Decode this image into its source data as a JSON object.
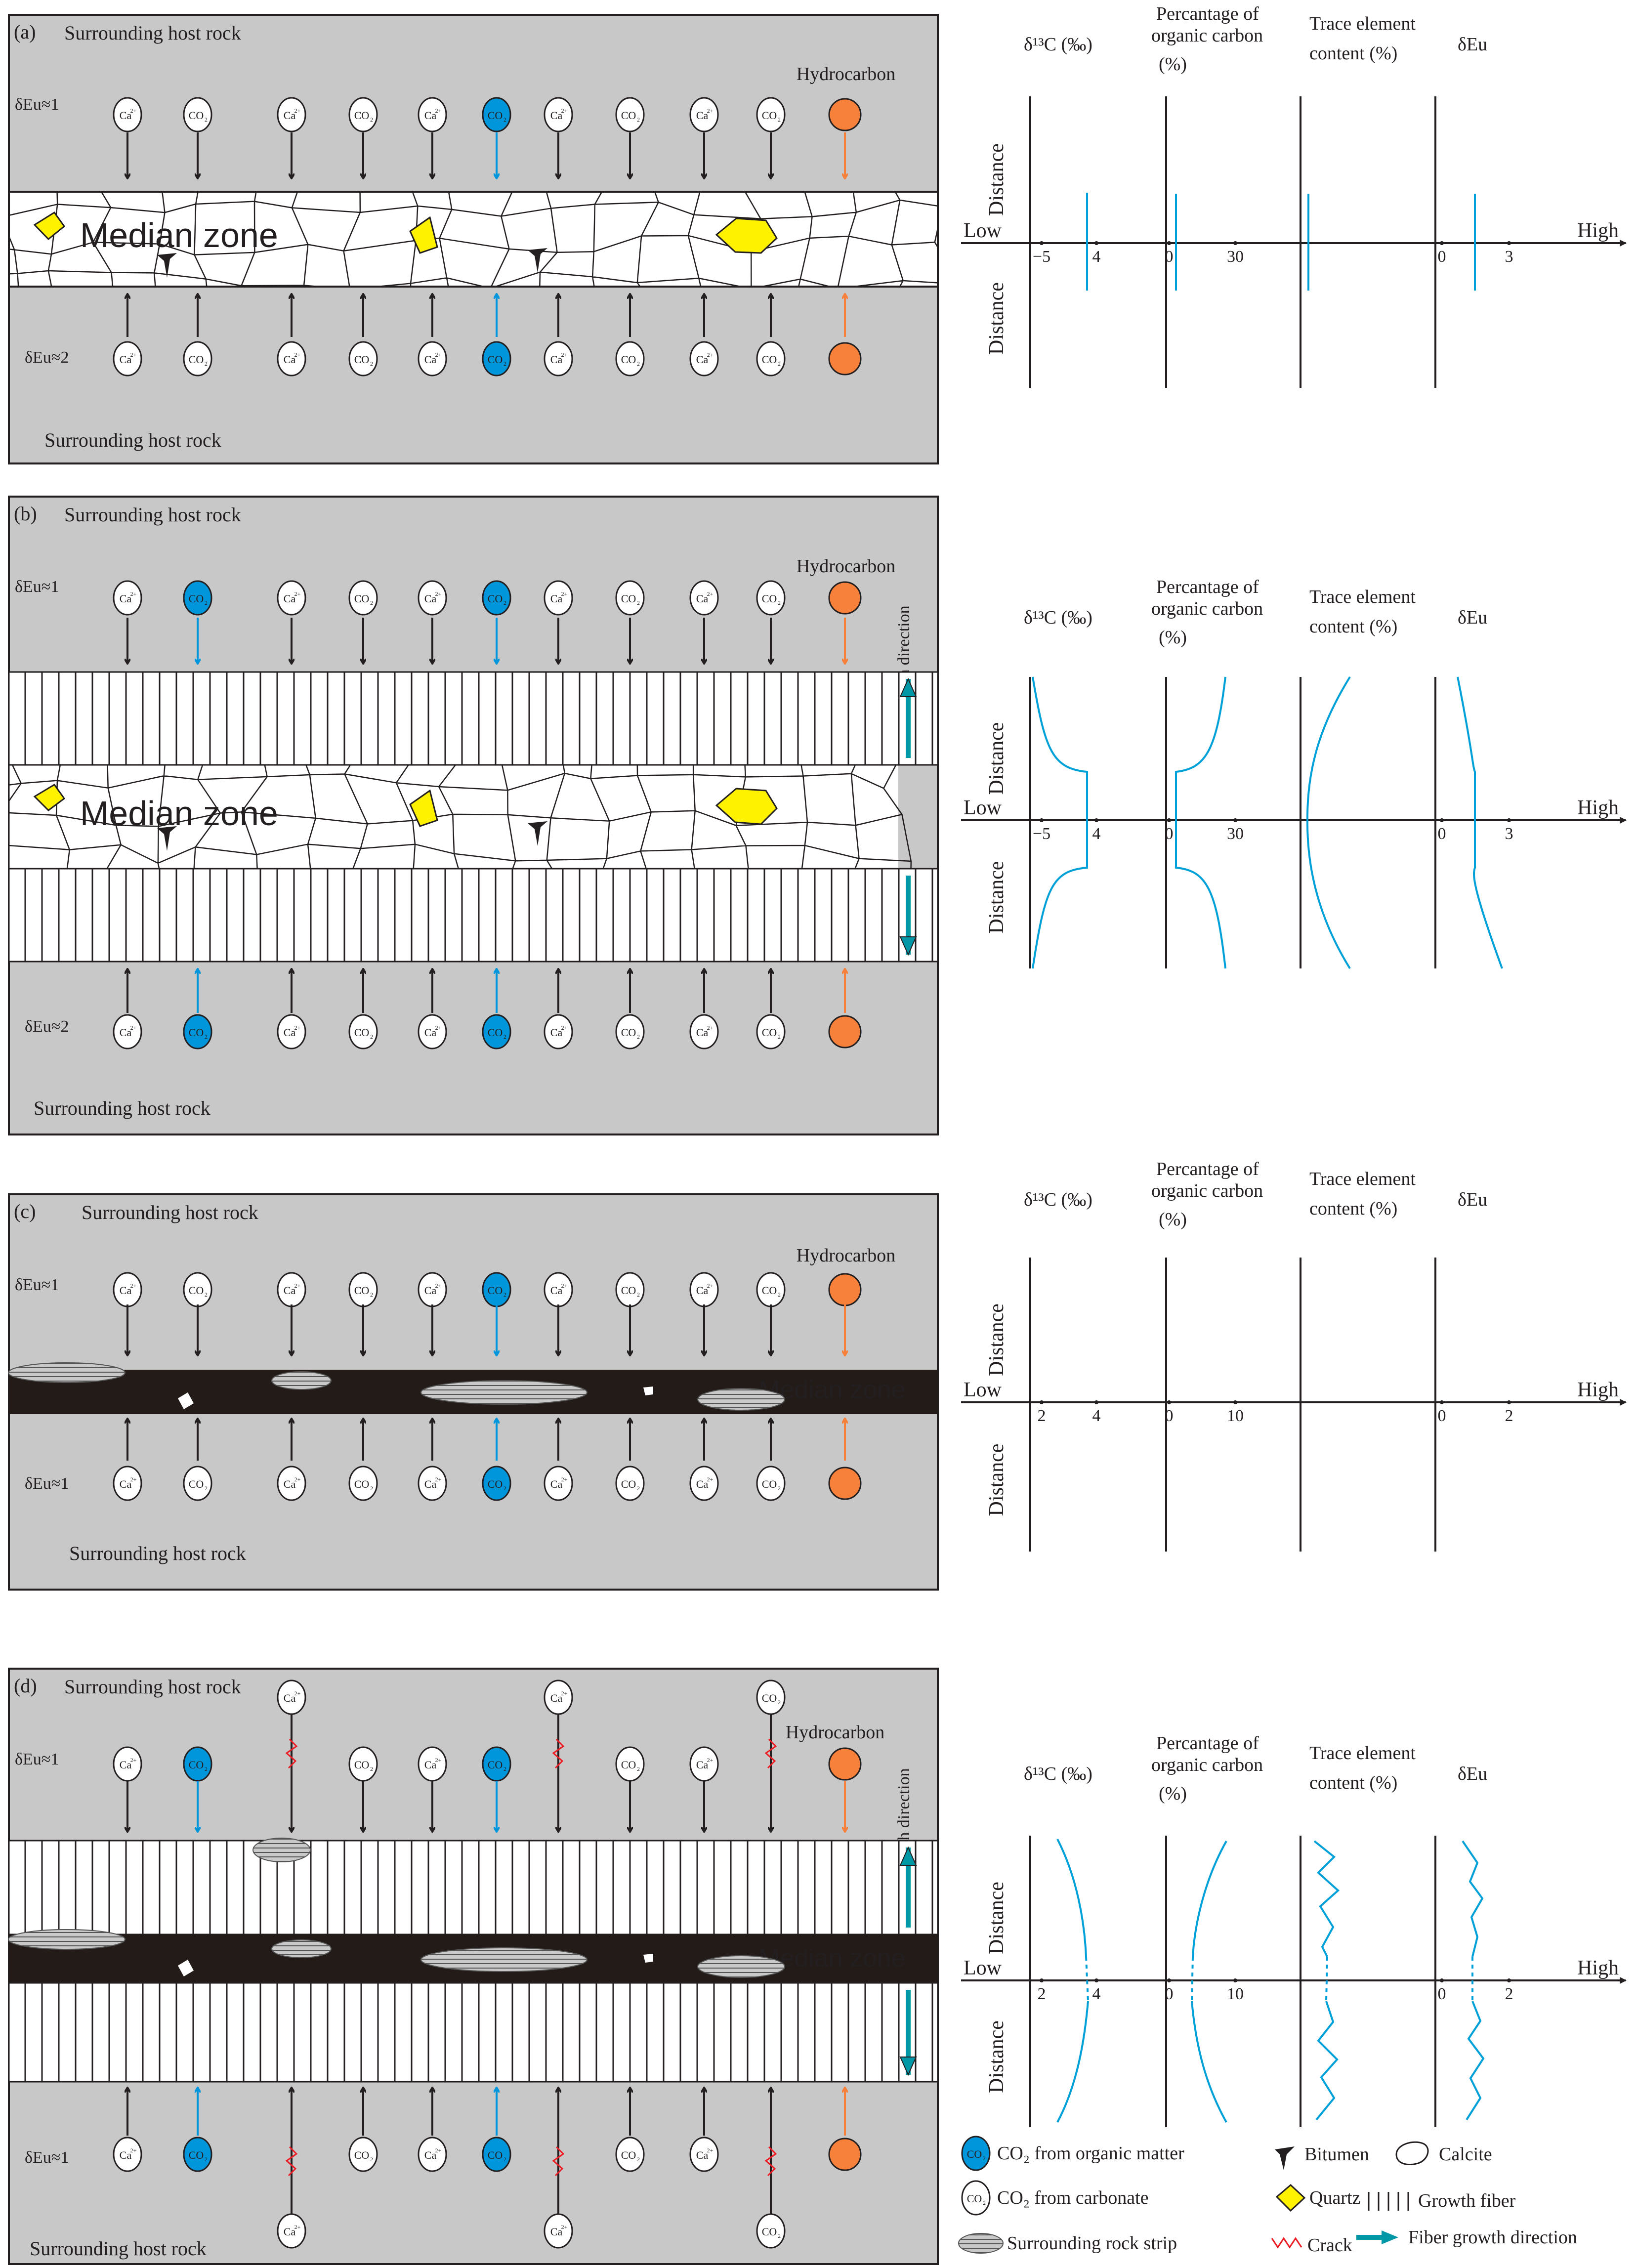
{
  "labels": {
    "surrounding_host_rock": "Surrounding host rock",
    "hydrocarbon": "Hydrocarbon",
    "median_zone": "Median zone",
    "growth_direction": "Growth direction",
    "ca": "Ca",
    "ca_sup": "2+",
    "co2": "CO",
    "co2_sub": "2",
    "eu1": "δEu≈1",
    "eu2": "δEu≈2"
  },
  "graph_labels": {
    "d13c": "δ¹³C (‰)",
    "toc_line1": "Percantage of",
    "toc_line2": "organic carbon",
    "toc_line3": "(%)",
    "trace_line1": "Trace element",
    "trace_line2": "content (%)",
    "deu": "δEu",
    "distance": "Distance",
    "low": "Low",
    "high": "High"
  },
  "panels": [
    {
      "id": "a",
      "tag": "(a)",
      "eu_top": "δEu≈1",
      "eu_bottom": "δEu≈2",
      "ticks": {
        "d13c": [
          "−5",
          "4"
        ],
        "toc": [
          "0",
          "30"
        ],
        "deu": [
          "0",
          "3"
        ]
      },
      "organic_co2_top": [
        5
      ],
      "organic_co2_bottom": [
        5
      ]
    },
    {
      "id": "b",
      "tag": "(b)",
      "eu_top": "δEu≈1",
      "eu_bottom": "δEu≈2",
      "ticks": {
        "d13c": [
          "−5",
          "4"
        ],
        "toc": [
          "0",
          "30"
        ],
        "deu": [
          "0",
          "3"
        ]
      },
      "organic_co2_top": [
        1,
        5
      ],
      "organic_co2_bottom": [
        1,
        5
      ]
    },
    {
      "id": "c",
      "tag": "(c)",
      "eu_top": "δEu≈1",
      "eu_bottom": "δEu≈1",
      "ticks": {
        "d13c": [
          "2",
          "4"
        ],
        "toc": [
          "0",
          "10"
        ],
        "deu": [
          "0",
          "2"
        ]
      },
      "organic_co2_top": [
        5
      ],
      "organic_co2_bottom": [
        5
      ]
    },
    {
      "id": "d",
      "tag": "(d)",
      "eu_top": "δEu≈1",
      "eu_bottom": "δEu≈1",
      "ticks": {
        "d13c": [
          "2",
          "4"
        ],
        "toc": [
          "0",
          "10"
        ],
        "deu": [
          "0",
          "2"
        ]
      },
      "organic_co2_top": [
        1,
        5
      ],
      "organic_co2_bottom": [
        1,
        5
      ]
    }
  ],
  "legend": {
    "co2_organic": "CO₂ from organic matter",
    "co2_carbonate": "CO₂ from carbonate",
    "rock_strip": "Surrounding rock strip",
    "bitumen": "Bitumen",
    "quartz": "Quartz",
    "crack": "Crack",
    "calcite": "Calcite",
    "growth_fiber": "Growth fiber",
    "fiber_growth_direction": "Fiber growth direction"
  },
  "colors": {
    "rock_gray": "#c8c8c8",
    "organic_blue": "#0096db",
    "hydrocarbon_orange": "#f7813a",
    "arrow_dark": "#231f20",
    "graph_cyan": "#00a0d8",
    "quartz_yellow": "#fff200",
    "median_black": "#221b18",
    "growth_arrow_teal": "#0097a7",
    "crack_red": "#ed1c24"
  }
}
